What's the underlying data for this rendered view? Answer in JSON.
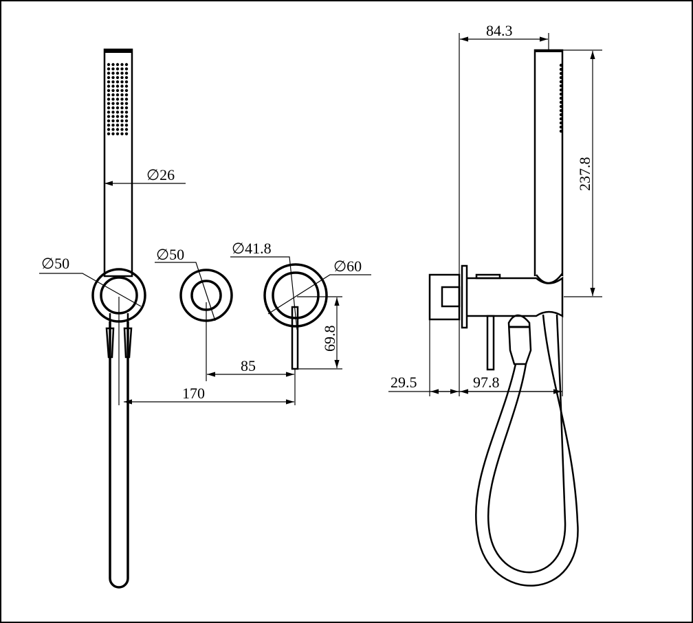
{
  "colors": {
    "line": "#000000",
    "background": "#ffffff"
  },
  "front_view": {
    "handshower_diameter": "∅26",
    "holder_diameter": "∅50",
    "flange_diameter": "∅50",
    "mixer_inner_diameter": "∅41.8",
    "mixer_outer_diameter": "∅60",
    "lever_drop": "69.8",
    "spacing_flange_mixer": "85",
    "spacing_holder_mixer": "170"
  },
  "side_view": {
    "projection": "84.3",
    "handshower_height": "237.8",
    "wall_plate_depth": "29.5",
    "body_projection": "97.8"
  }
}
